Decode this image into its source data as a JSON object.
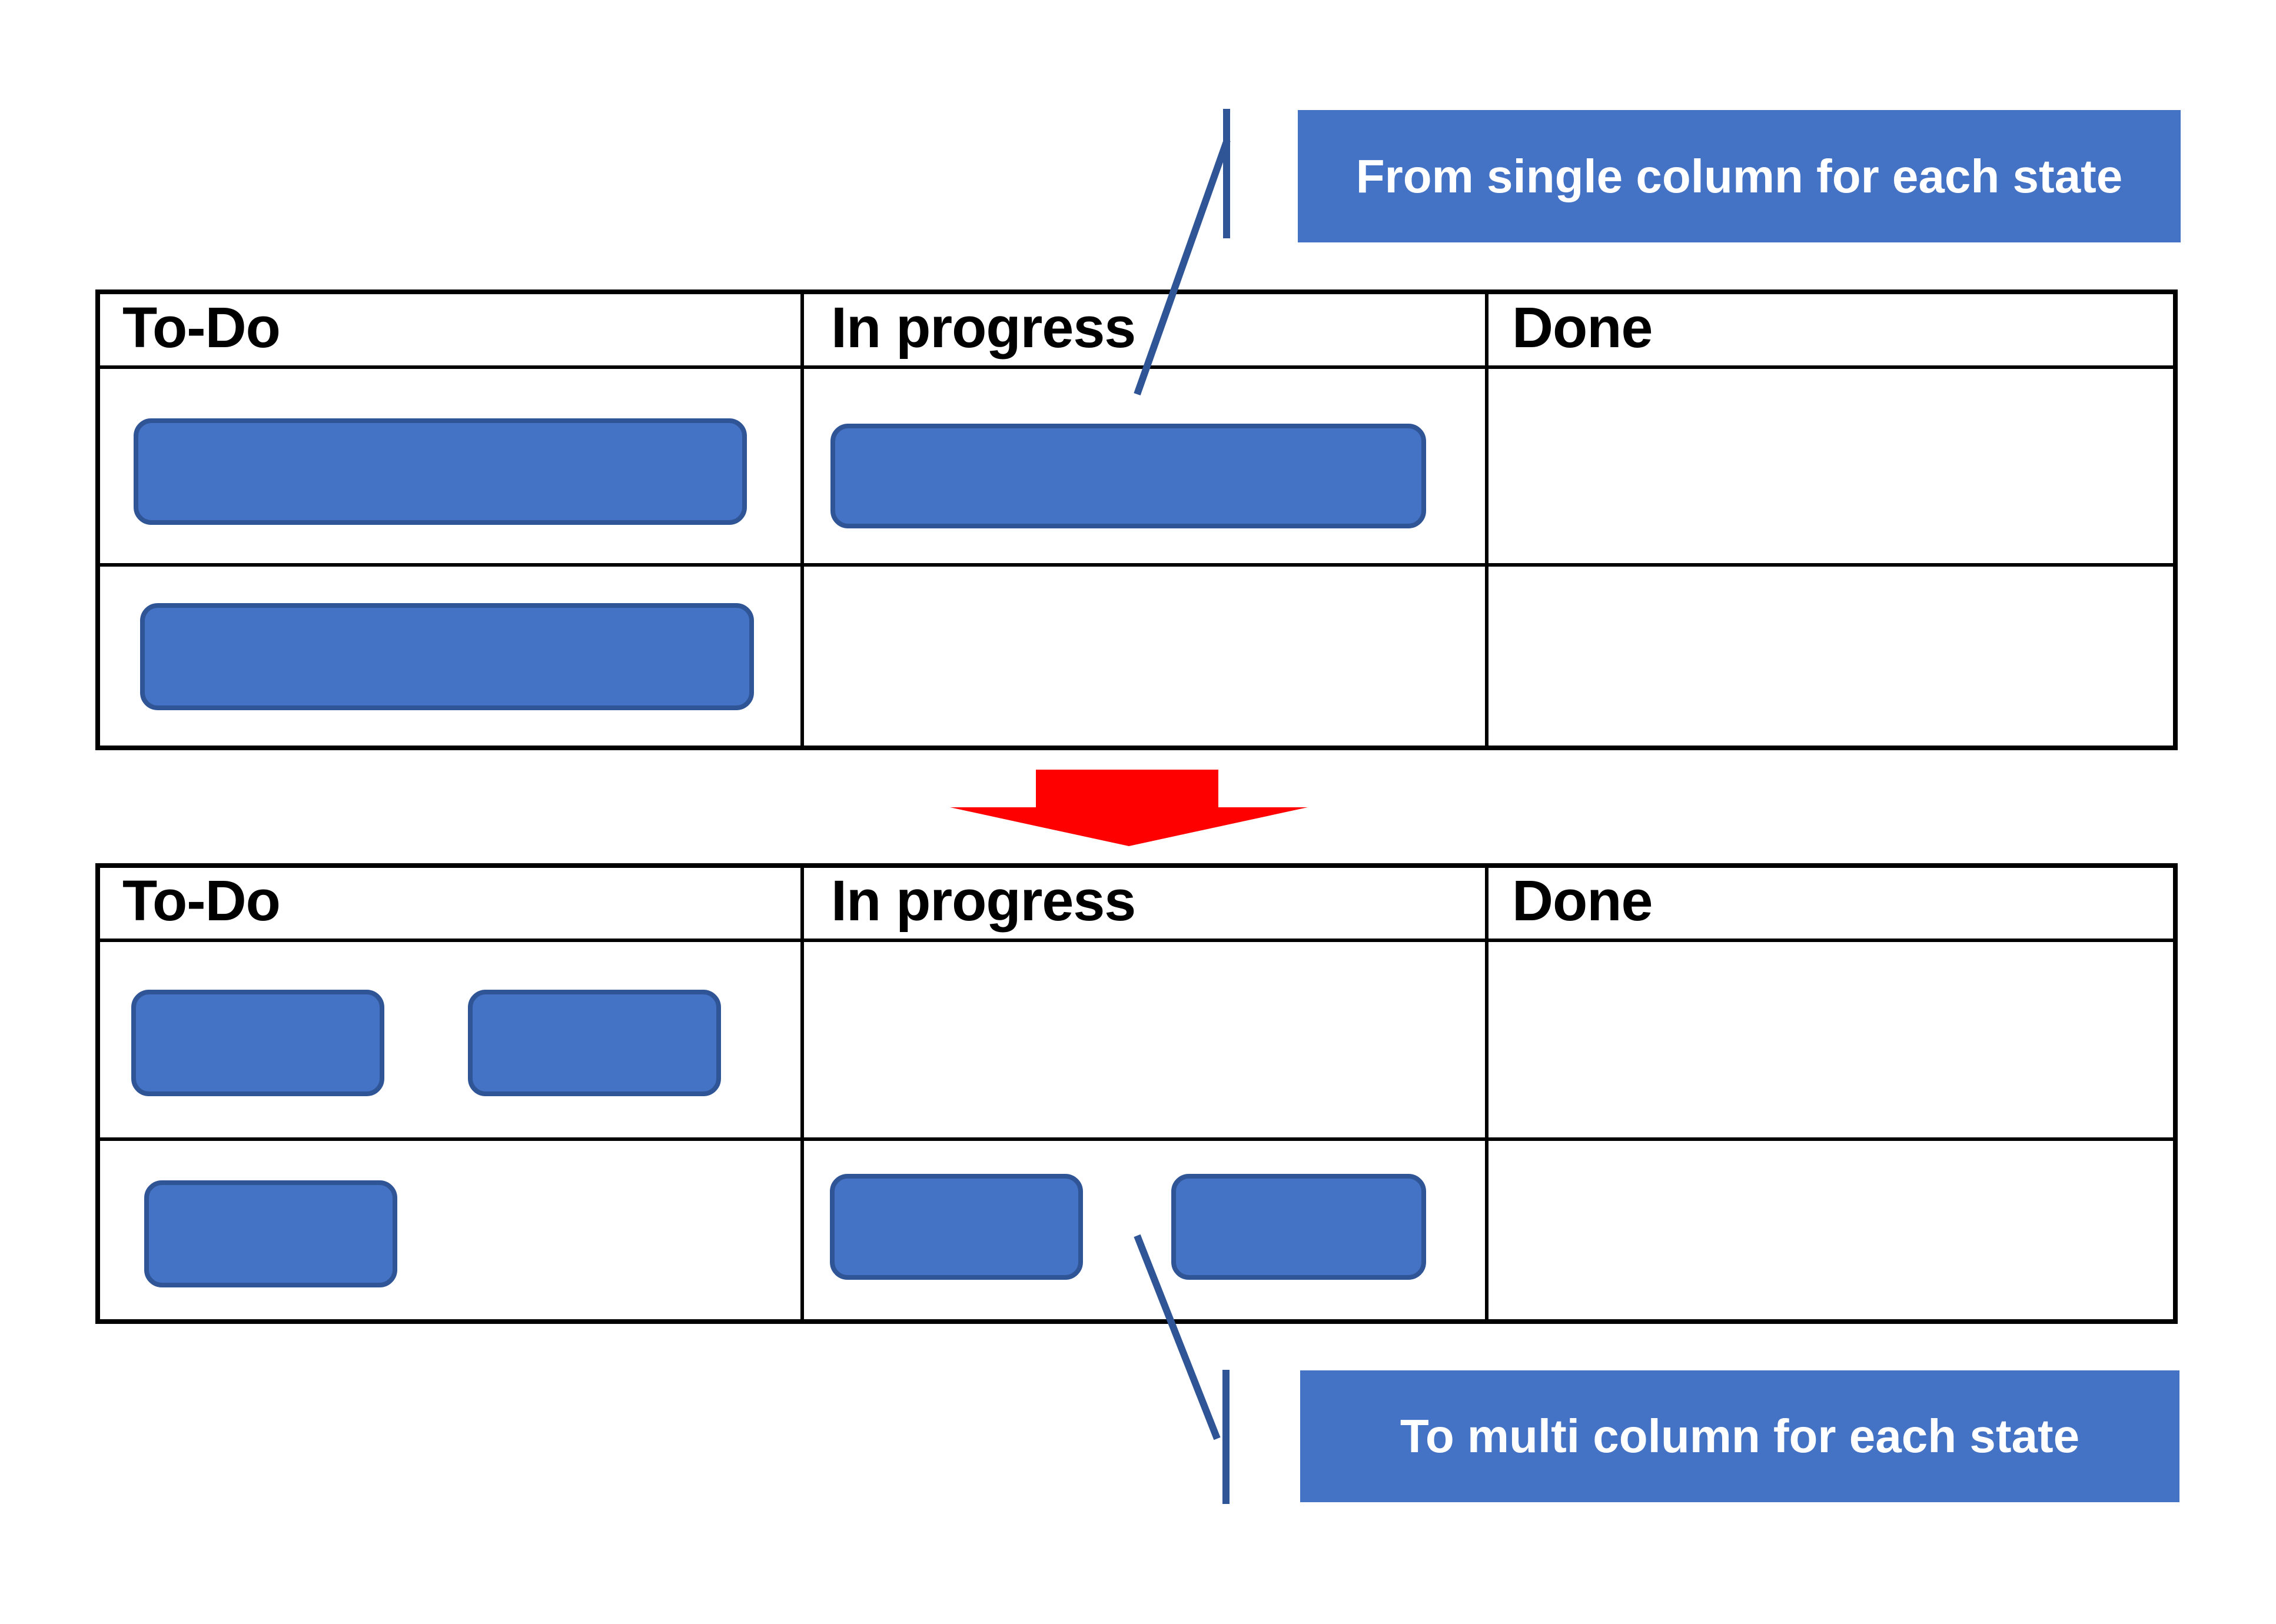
{
  "annotations": {
    "top_callout": "From single column for each state",
    "bottom_callout": "To multi column for each state"
  },
  "boards": [
    {
      "id": "before-single-column",
      "headers": [
        "To-Do",
        "In progress",
        "Done"
      ],
      "rows": [
        {
          "todo_cards": 1,
          "in_progress_cards": 1,
          "done_cards": 0
        },
        {
          "todo_cards": 1,
          "in_progress_cards": 0,
          "done_cards": 0
        }
      ],
      "card_style": "wide"
    },
    {
      "id": "after-multi-column",
      "headers": [
        "To-Do",
        "In progress",
        "Done"
      ],
      "rows": [
        {
          "todo_cards": 2,
          "in_progress_cards": 0,
          "done_cards": 0
        },
        {
          "todo_cards": 1,
          "in_progress_cards": 2,
          "done_cards": 0
        }
      ],
      "card_style": "small"
    }
  ],
  "colors": {
    "background": "#FFFFFF",
    "table_border": "#000000",
    "header_text": "#000000",
    "card_fill": "#4472C4",
    "card_border": "#2F5597",
    "callout_fill": "#4472C4",
    "callout_text_color": "#FFFFFF",
    "connector": "#2F5597",
    "arrow": "#FF0000"
  }
}
